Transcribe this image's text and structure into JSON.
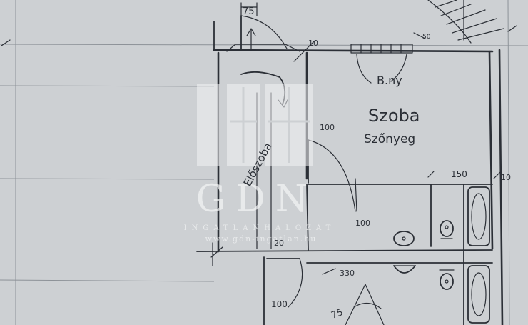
{
  "labels": {
    "room_name": "Szoba",
    "room_floor": "Szőnyeg",
    "wardrobe": "B.ny",
    "hallway": "Előszoba"
  },
  "dimensions": {
    "top_door": "75",
    "top_right_wall": "10",
    "top_right_corner": "50",
    "room_door": "100",
    "bath_width": "150",
    "right_wall": "10",
    "lower_door_right": "100",
    "lower_wall": "20",
    "corridor_gap": "330",
    "bottom_door": "100",
    "bottom_door_left": "75"
  },
  "watermark": {
    "brand": "GDN",
    "subtitle": "INGATLANHÁLÓZAT",
    "url": "www.gdn-ingatlan.hu"
  },
  "colors": {
    "paper": "#cdd0d3",
    "ink": "#2b2f36",
    "watermark": "#f2f3f4"
  }
}
